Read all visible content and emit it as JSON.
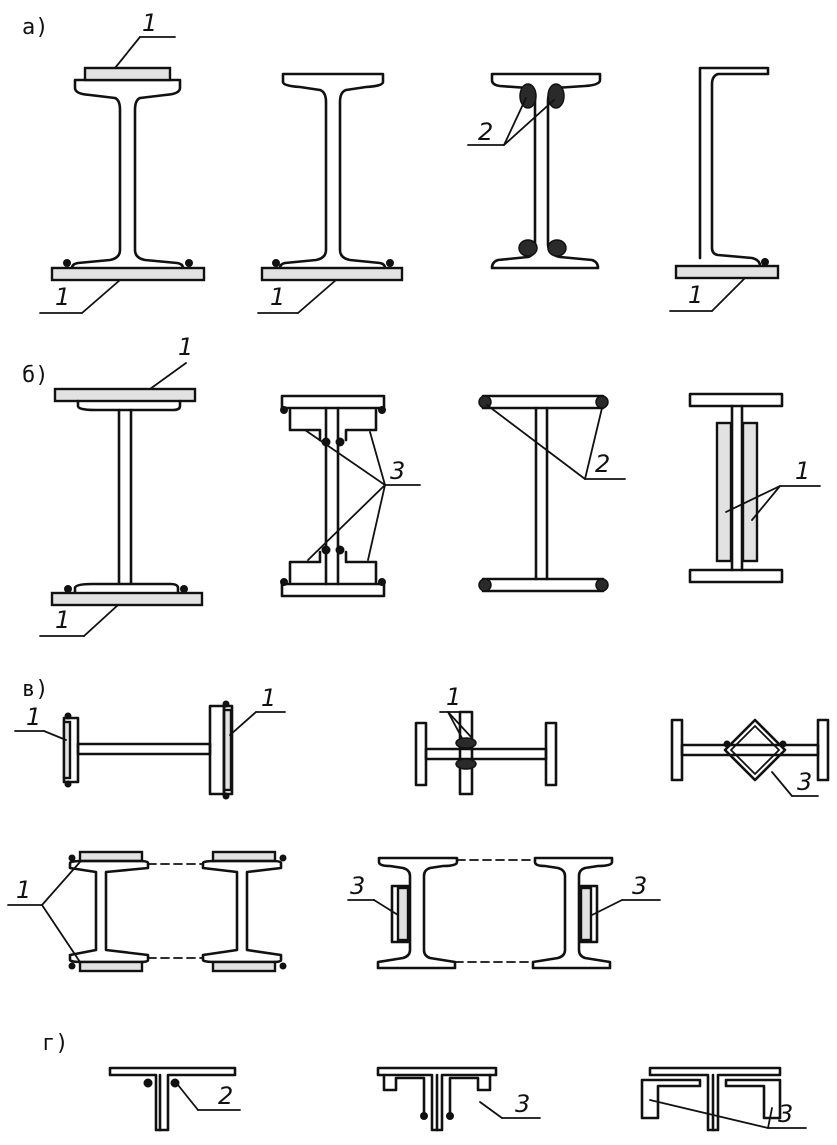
{
  "sections": [
    {
      "id": "a",
      "label": "а)"
    },
    {
      "id": "b",
      "label": "б)"
    },
    {
      "id": "v",
      "label": "в)"
    },
    {
      "id": "g",
      "label": "г)"
    }
  ],
  "callouts": {
    "one": "1",
    "two": "2",
    "three": "3"
  }
}
